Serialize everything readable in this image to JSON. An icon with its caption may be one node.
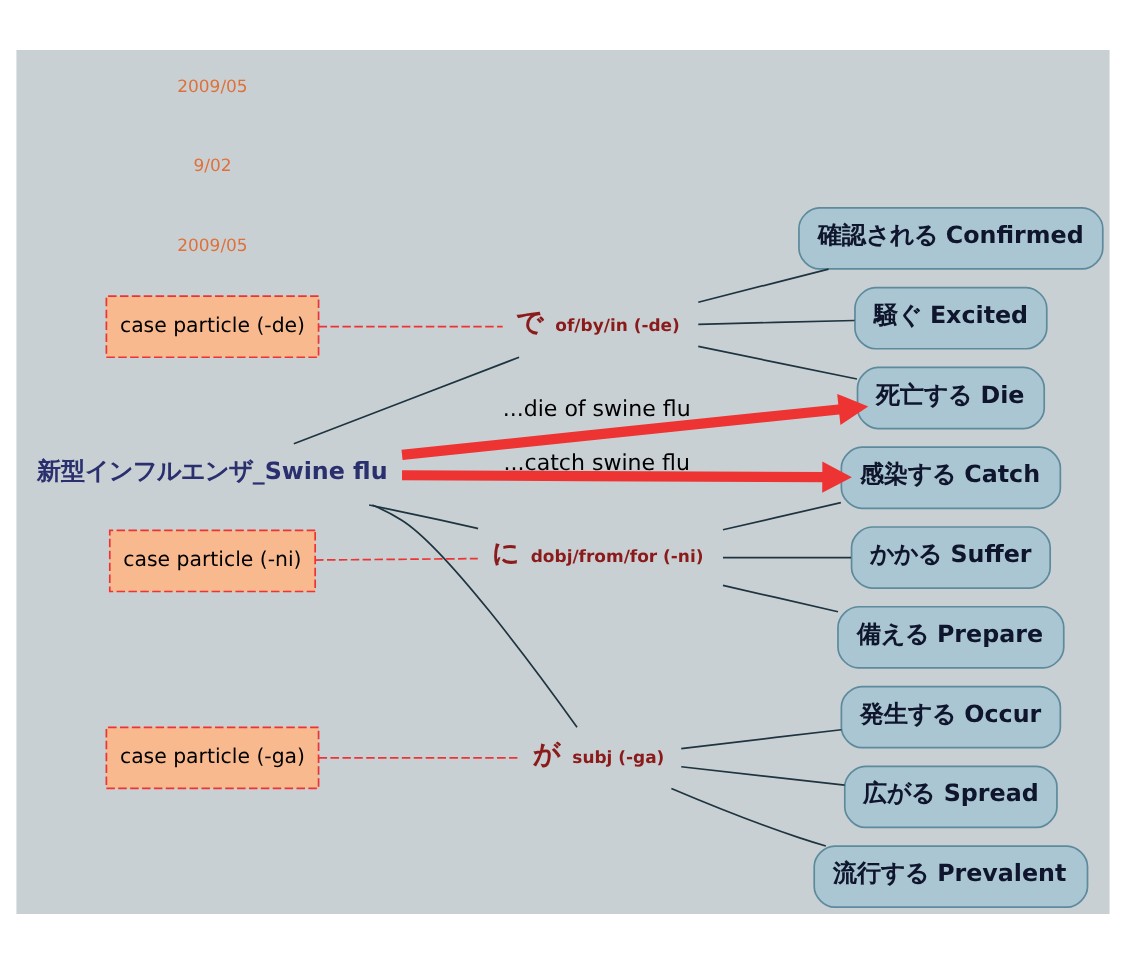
{
  "diagram": {
    "nodes": [
      {
        "text": [
          "新型インフルエンザ_Swine flu"
        ]
      },
      {
        "text": [
          "で"
        ],
        "beside": [
          "of/by/in (-de)"
        ]
      },
      {
        "text": [
          "死亡する Die"
        ]
      },
      {
        "text": [
          "確認される Confirmed"
        ]
      },
      {
        "text": [
          "騒ぐ Excited"
        ]
      },
      {
        "text": [
          "に"
        ],
        "beside": [
          "dobj/from/for (-ni)"
        ]
      },
      {
        "text": [
          "備える Prepare"
        ]
      },
      {
        "text": [
          "感染する Catch"
        ]
      },
      {
        "text": [
          "かかる Suffer"
        ]
      },
      {
        "text": [
          "が"
        ],
        "beside": [
          "subj (-ga)"
        ]
      },
      {
        "text": [
          "広がる Spread"
        ]
      },
      {
        "text": [
          "流行する Prevalent"
        ]
      },
      {
        "text": [
          "発生する Occur"
        ]
      },
      {
        "text": [
          "case particle (-de)"
        ]
      },
      {
        "text": [
          "case particle (-ni)"
        ]
      },
      {
        "text": [
          "case particle (-ga)"
        ]
      }
    ],
    "edges": [
      {
        "from": 0,
        "to": 1,
        "arrow": "none"
      },
      {
        "from": 1,
        "to": 2,
        "arrow": "none"
      },
      {
        "from": 1,
        "to": 3,
        "arrow": "none"
      },
      {
        "from": 1,
        "to": 4,
        "arrow": "none"
      },
      {
        "from": 0,
        "to": 5,
        "arrow": "none"
      },
      {
        "from": 5,
        "to": 6,
        "arrow": "none"
      },
      {
        "from": 5,
        "to": 7,
        "arrow": "none"
      },
      {
        "from": 5,
        "to": 8,
        "arrow": "none"
      },
      {
        "from": 0,
        "to": 9,
        "arrow": "none"
      },
      {
        "from": 9,
        "to": 10,
        "arrow": "none"
      },
      {
        "from": 9,
        "to": 11,
        "arrow": "none"
      },
      {
        "from": 9,
        "to": 12,
        "arrow": "none"
      },
      {
        "from": 13,
        "to": 1,
        "arrow": "none",
        "style": "dashed",
        "color": "#ee3333"
      },
      {
        "from": 14,
        "to": 5,
        "arrow": "none",
        "style": "dashed",
        "color": "#ee3333"
      },
      {
        "from": 15,
        "to": 9,
        "arrow": "none",
        "style": "dashed",
        "color": "#ee3333"
      },
      {
        "from": 0,
        "to": 2,
        "arrow": "to",
        "label": "...die of swine flu",
        "style": "thick",
        "color": "#ee3333"
      },
      {
        "from": 0,
        "to": 7,
        "arrow": "to",
        "label": "...catch swine flu",
        "style": "thick",
        "color": "#ee3333"
      }
    ],
    "labels": [
      "2009/05",
      "9/02",
      "2009/05"
    ]
  }
}
